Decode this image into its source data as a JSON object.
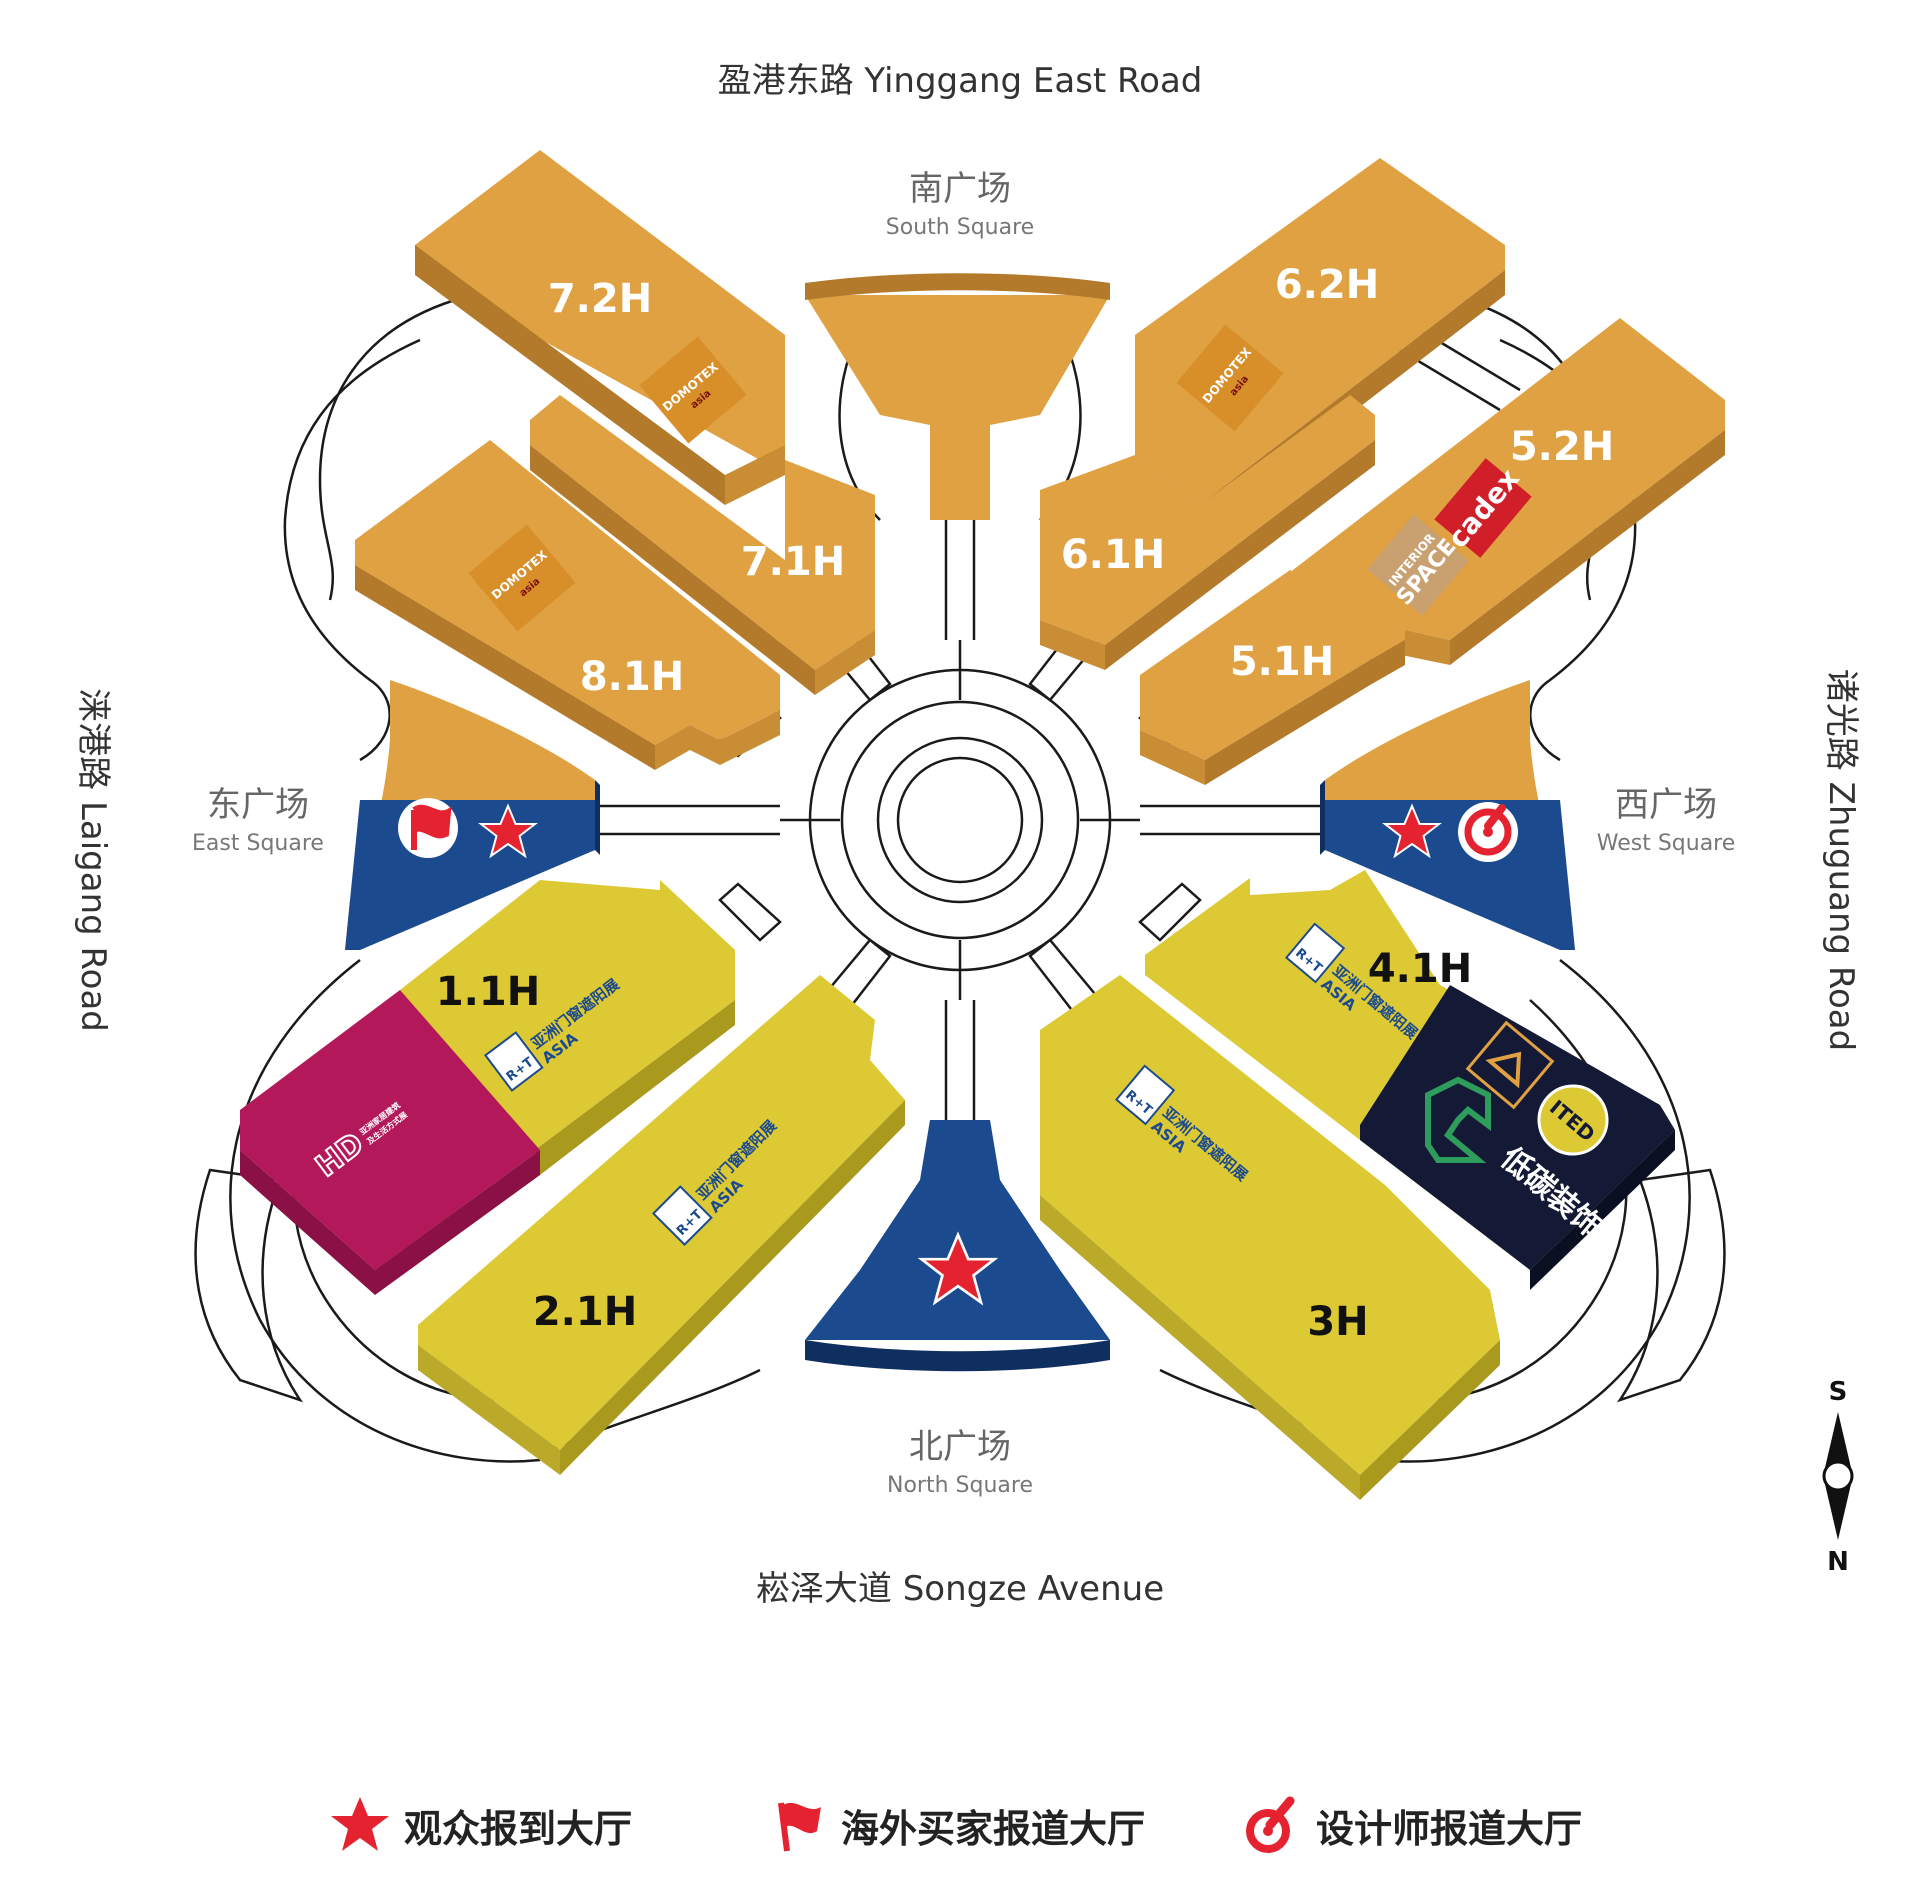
{
  "roads": {
    "north": "盈港东路 Yinggang East Road",
    "south": "崧泽大道 Songze Avenue",
    "west": "涞港路 Laigang Road",
    "east": "诸光路 Zhuguang Road"
  },
  "squares": {
    "south": {
      "cn": "南广场",
      "en": "South Square"
    },
    "north": {
      "cn": "北广场",
      "en": "North Square"
    },
    "east": {
      "cn": "东广场",
      "en": "East Square"
    },
    "west": {
      "cn": "西广场",
      "en": "West Square"
    }
  },
  "halls": {
    "h72": "7.2H",
    "h71": "7.1H",
    "h81": "8.1H",
    "h62": "6.2H",
    "h61": "6.1H",
    "h52": "5.2H",
    "h51": "5.1H",
    "h11": "1.1H",
    "h21": "2.1H",
    "h41": "4.1H",
    "h3": "3H"
  },
  "logos": {
    "domotex": "DOMOTEX",
    "domotex_sub": "asia",
    "cadex": "cadex",
    "interior": "INTERIOR",
    "space": "SPACE",
    "rt": "R+T",
    "rt_asia": "ASIA",
    "rt_cn": "亚洲门窗遮阳展",
    "hd": "HD",
    "hd_cn1": "亚洲家居建筑",
    "hd_cn2": "及生活方式展",
    "ited": "ITED",
    "lowcarbon": "低碳装饰"
  },
  "compass": {
    "top": "S",
    "bottom": "N"
  },
  "legend": {
    "visitor": "观众报到大厅",
    "overseas": "海外买家报道大厅",
    "designer": "设计师报道大厅"
  },
  "colors": {
    "orange": "#E0A143",
    "orange_side": "#B27A2A",
    "yellow": "#DCC934",
    "yellow_side": "#A99A1E",
    "blue": "#1B4A8E",
    "blue_side": "#0F2F60",
    "magenta": "#B3195A",
    "navy": "#141A35",
    "red": "#E52330"
  }
}
